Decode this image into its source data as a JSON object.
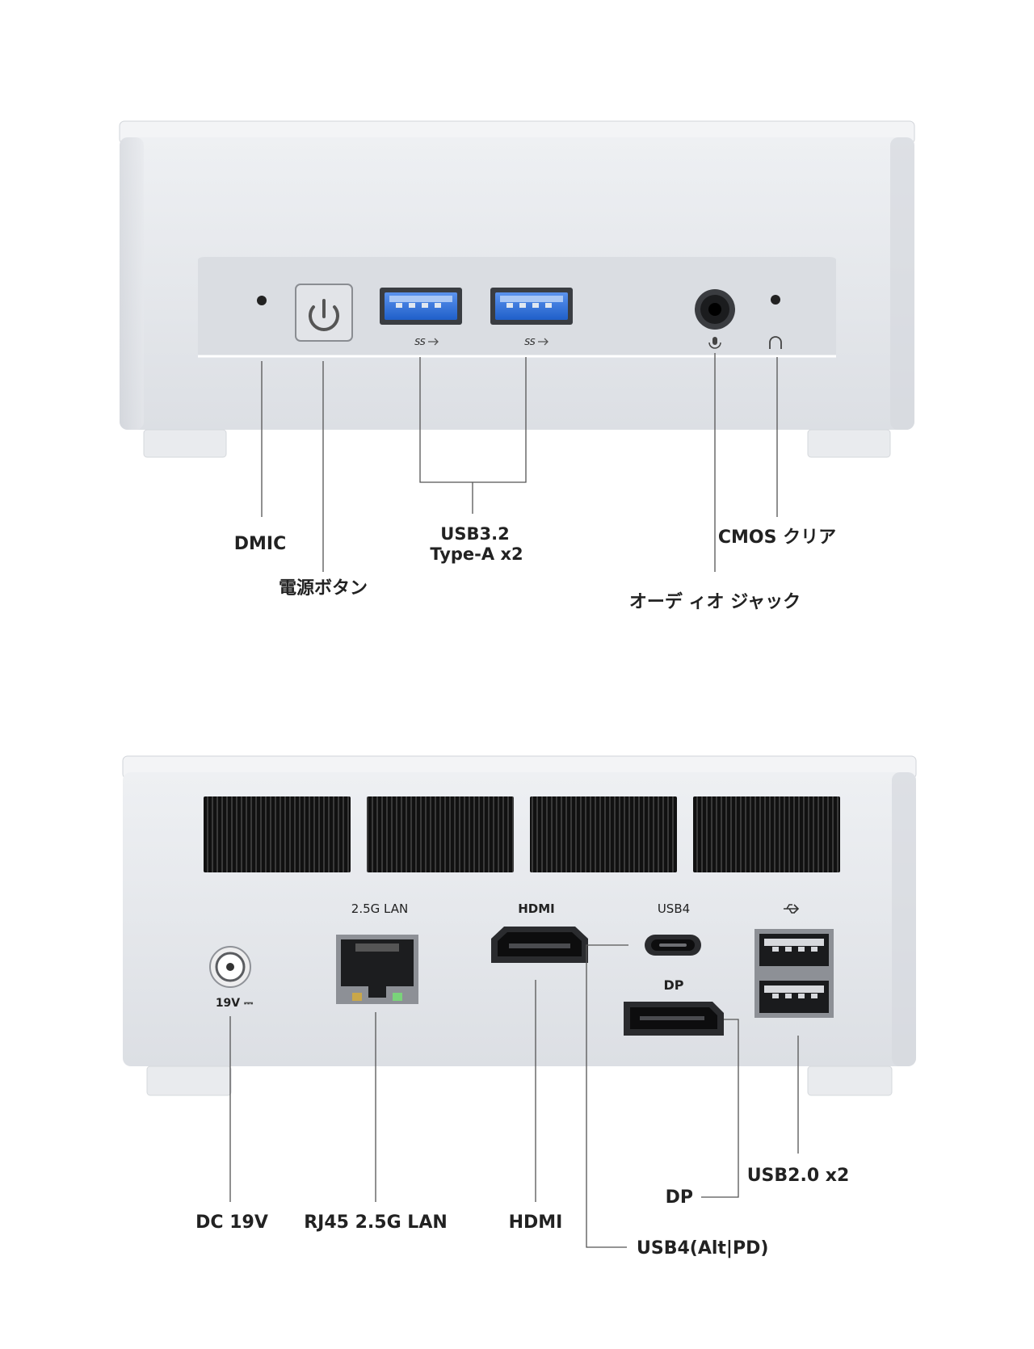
{
  "front": {
    "usb_logo_1": "SS",
    "usb_logo_2": "SS",
    "labels": {
      "dmic": "DMIC",
      "power": "電源ボタン",
      "usb32_line1": "USB3.2",
      "usb32_line2": "Type-A x2",
      "cmos": "CMOS クリア",
      "audio": "オーデ ィオ ジャック"
    }
  },
  "rear": {
    "port_marks": {
      "lan": "2.5G LAN",
      "hdmi": "HDMI",
      "usb4": "USB4",
      "dp": "DP",
      "dc": "19V ⎓"
    },
    "labels": {
      "dc": "DC 19V",
      "lan": "RJ45 2.5G LAN",
      "hdmi": "HDMI",
      "usb4": "USB4(Alt|PD)",
      "dp": "DP",
      "usb2": "USB2.0 x2"
    }
  },
  "colors": {
    "chassis": "#e4e6ea",
    "usb3_blue": "#2f6fd6",
    "leader": "#555555"
  }
}
